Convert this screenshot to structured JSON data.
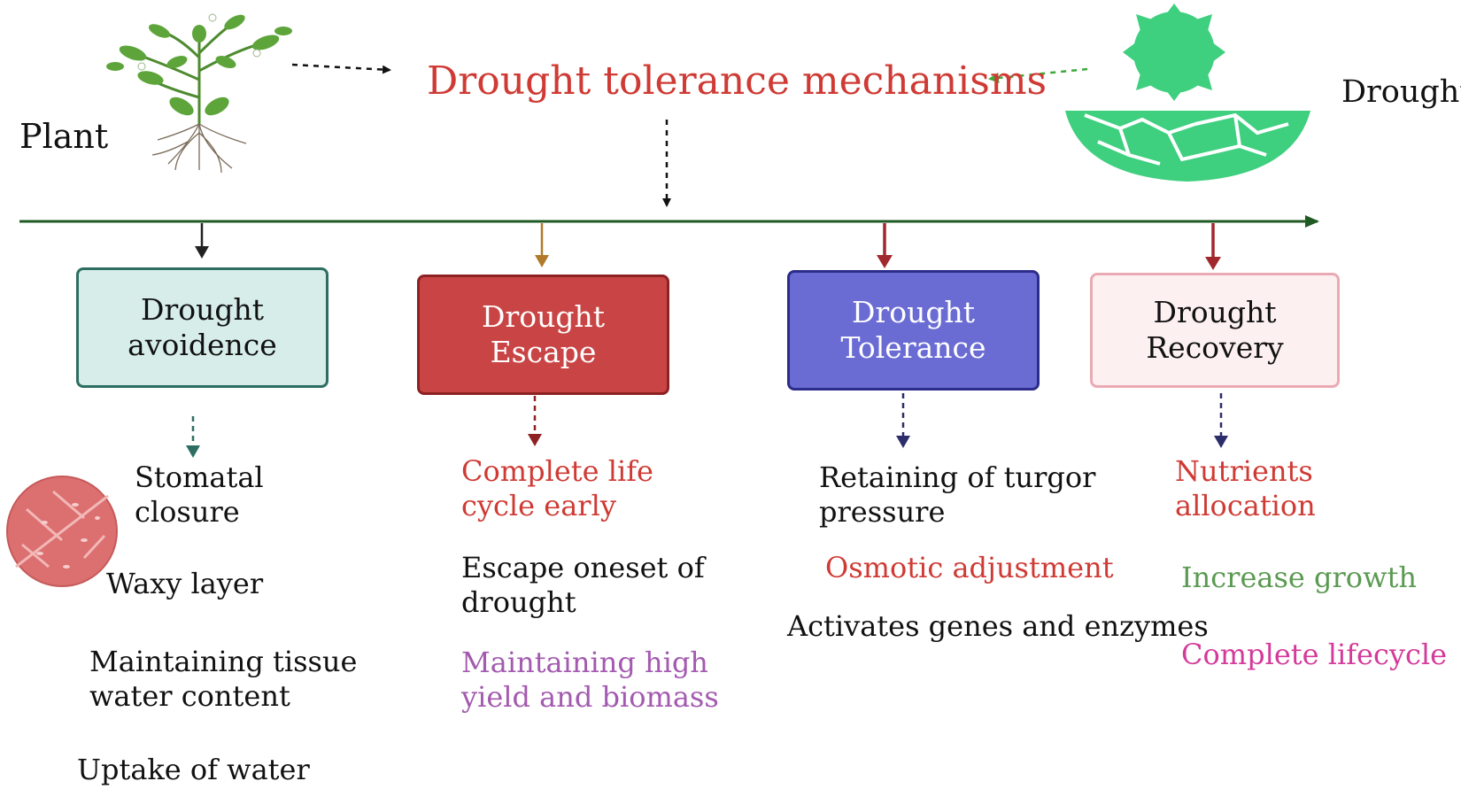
{
  "title": "Drought tolerance  mechanisms",
  "labels": {
    "plant": "Plant",
    "drought": "Drought"
  },
  "categories": [
    {
      "name": "Drought avoidence",
      "lines": [
        "Drought",
        "avoidence"
      ]
    },
    {
      "name": "Drought Escape",
      "lines": [
        "Drought Escape"
      ]
    },
    {
      "name": "Drought Tolerance",
      "lines": [
        "Drought",
        "Tolerance"
      ]
    },
    {
      "name": "Drought Recovery",
      "lines": [
        "Drought",
        "Recovery"
      ]
    }
  ],
  "avoidance_items": [
    [
      "Stomatal",
      "closure"
    ],
    [
      "Waxy layer"
    ],
    [
      "Maintaining tissue",
      "water content"
    ],
    [
      "Uptake of water"
    ]
  ],
  "escape_items": [
    [
      "Complete life",
      "cycle early"
    ],
    [
      "Escape oneset of",
      "drought"
    ],
    [
      "Maintaining high",
      "yield and biomass"
    ]
  ],
  "tolerance_items": [
    [
      "Retaining of turgor",
      "pressure"
    ],
    [
      "Osmotic adjustment"
    ],
    [
      "Activates genes and enzymes"
    ]
  ],
  "recovery_items": [
    [
      "Nutrients",
      "allocation"
    ],
    [
      "Increase growth"
    ],
    [
      "Complete lifecycle"
    ]
  ],
  "colors": {
    "title": "#cf3a34",
    "timeline": "#1f5a23",
    "avoidance_box_fill": "#d6ede9",
    "avoidance_box_border": "#2e6e62",
    "escape_box_fill": "#c94545",
    "escape_box_border": "#8e2222",
    "tolerance_box_fill": "#6a6cd4",
    "tolerance_box_border": "#2c2d8a",
    "recovery_box_fill": "#fdf0f0",
    "recovery_box_border": "#eaaab4",
    "red_text": "#cf3a34",
    "purple_text": "#a35ab0",
    "green_text": "#5b9a52",
    "pink_text": "#d43a9a",
    "sun": "#3ecf7f"
  }
}
